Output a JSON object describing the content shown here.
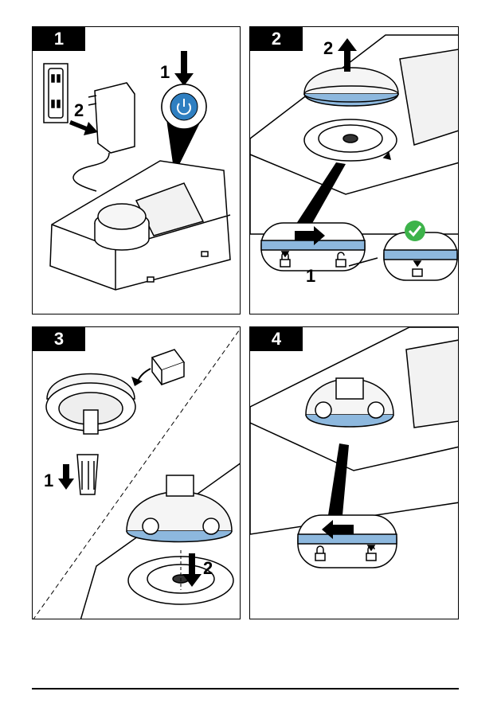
{
  "panels": [
    {
      "number": "1",
      "callouts": [
        "1",
        "2"
      ]
    },
    {
      "number": "2",
      "callouts": [
        "2",
        "1"
      ]
    },
    {
      "number": "3",
      "callouts": [
        "1",
        "2"
      ]
    },
    {
      "number": "4",
      "callouts": []
    }
  ],
  "colors": {
    "accent_blue": "#2f7fc1",
    "ring_blue": "#8db8de",
    "check_green": "#3db34a",
    "line": "#000000"
  },
  "icons": [
    "power-button-icon",
    "wall-outlet-icon",
    "power-adapter-icon",
    "lock-icon",
    "unlock-icon",
    "checkmark-icon",
    "arrow-icon"
  ]
}
